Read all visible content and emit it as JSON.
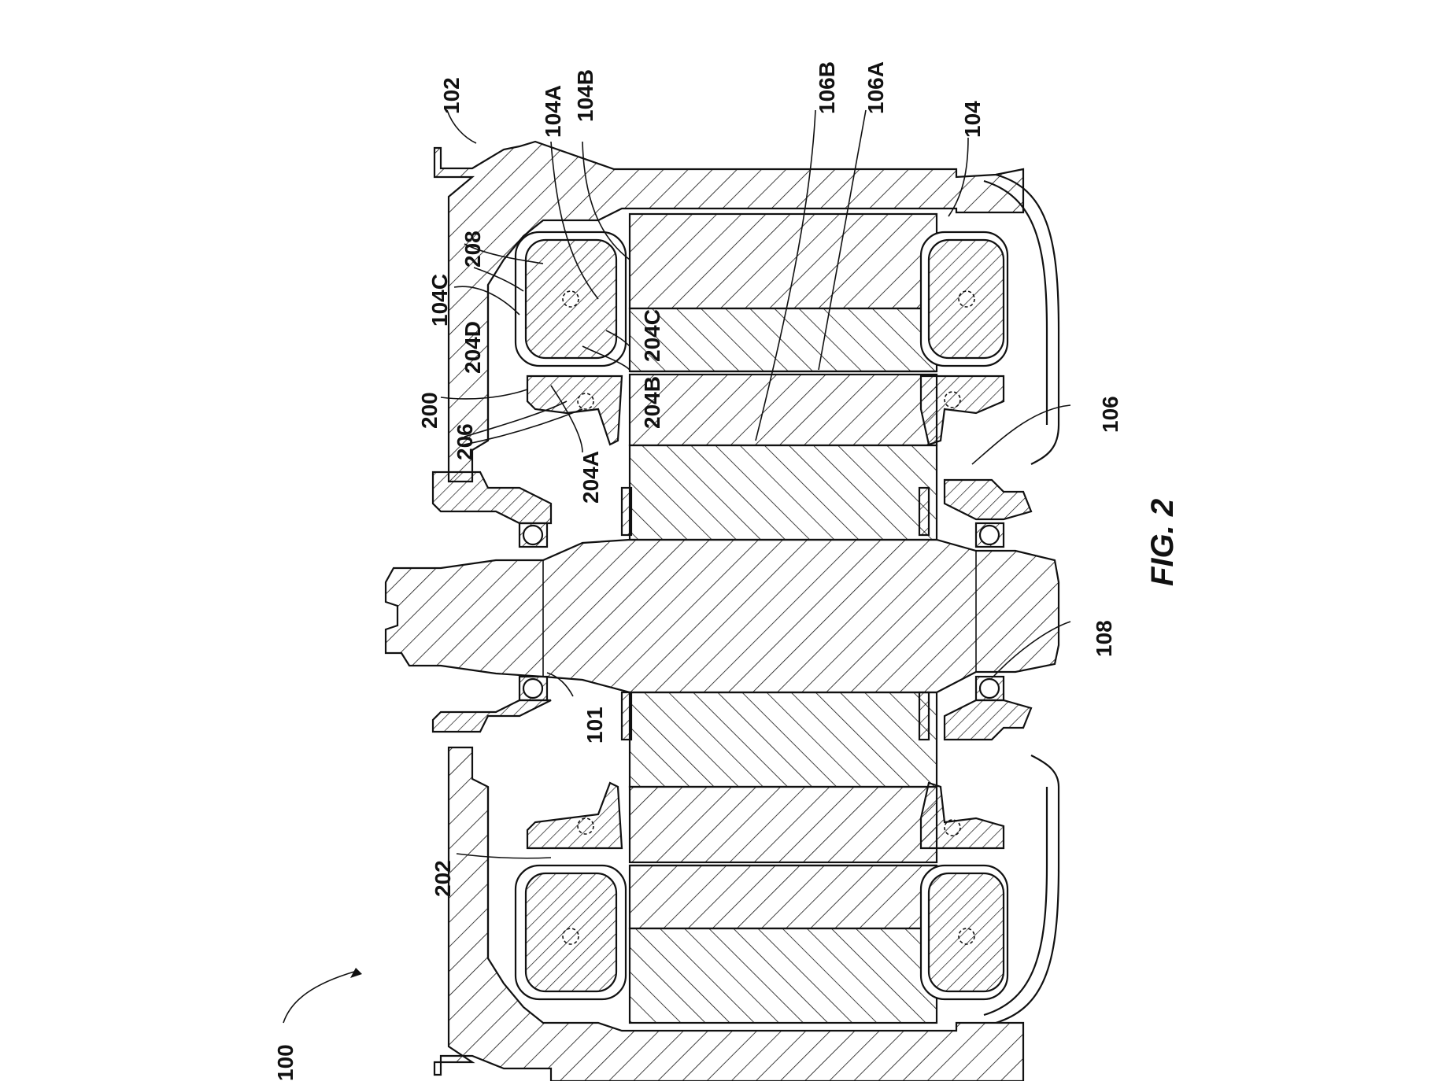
{
  "figure": {
    "caption": "FIG. 2"
  },
  "labels": {
    "l100": "100",
    "l101": "101",
    "l102": "102",
    "l104": "104",
    "l104A": "104A",
    "l104B": "104B",
    "l104C": "104C",
    "l106": "106",
    "l106A": "106A",
    "l106B": "106B",
    "l108": "108",
    "l200": "200",
    "l202": "202",
    "l204A": "204A",
    "l204B": "204B",
    "l204C": "204C",
    "l204D": "204D",
    "l206": "206",
    "l208": "208"
  }
}
